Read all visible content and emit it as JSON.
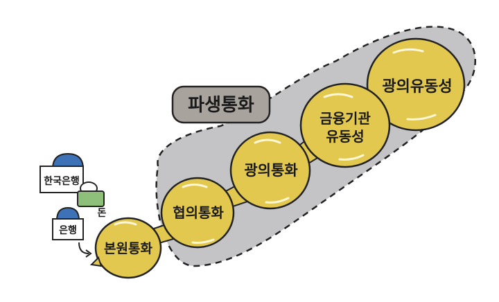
{
  "diagram": {
    "group_label": "파생통화",
    "balls": {
      "base": "본원통화",
      "narrow": "협의통화",
      "broad": "광의통화",
      "inst_line1": "금융기관",
      "inst_line2": "유동성",
      "widest": "광의유동성"
    },
    "actors": {
      "central_bank": "한국은행",
      "bank": "은행",
      "money": "돈"
    },
    "colors": {
      "ball_fill": "#e3c84f",
      "group_fill": "#c4c4c7",
      "label_fill": "#a9a39e",
      "bank_cap": "#3d72b6"
    }
  }
}
